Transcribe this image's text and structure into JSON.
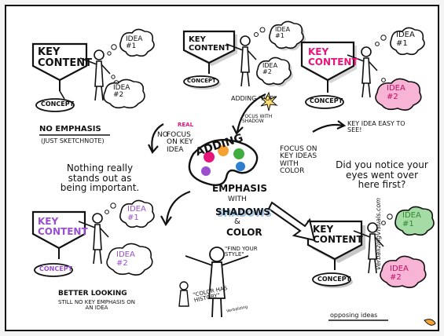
{
  "panels": {
    "top_left": {
      "key_content": "KEY CONTENT",
      "idea1": "IDEA #1",
      "idea2": "IDEA #2",
      "concept": "CONCEPT",
      "caption_title": "NO EMPHASIS",
      "caption_sub": "(JUST SKETCHNOTE)"
    },
    "top_middle": {
      "key_content": "KEY CONTENT",
      "idea1": "IDEA #1",
      "idea2": "IDEA #2",
      "concept": "CONCEPT",
      "adding_pop": "ADDING \"POP\"",
      "focus_shadow": "FOCUS WITH SHADOW"
    },
    "top_right": {
      "key_content": "KEY CONTENT",
      "idea1": "IDEA #1",
      "idea2": "IDEA #2",
      "concept": "CONCEPT",
      "caption": "KEY IDEA EASY TO SEE!"
    },
    "bottom_left": {
      "key_content": "KEY CONTENT",
      "idea1": "IDEA #1",
      "idea2": "IDEA #2",
      "concept": "CONCEPT",
      "caption_title": "BETTER LOOKING",
      "caption_sub": "STILL NO KEY EMPHASIS ON AN IDEA"
    },
    "bottom_right": {
      "key_content": "KEY CONTENT",
      "idea1": "IDEA #1",
      "idea2": "IDEA #2",
      "concept": "CONCEPT",
      "opposing": "opposing ideas"
    }
  },
  "center": {
    "adding": "ADDING",
    "emphasis": "EMPHASIS",
    "with": "WITH",
    "shadows": "SHADOWS",
    "amp": "&",
    "color": "COLOR",
    "find_style": "\"FIND YOUR STYLE\""
  },
  "notes": {
    "no_focus_pre": "NO",
    "no_focus_real": "REAL",
    "no_focus_rest": "FOCUS ON KEY IDEA",
    "nothing_really": "Nothing really stands out as being important.",
    "focus_key_ideas": "FOCUS ON KEY IDEAS WITH COLOR",
    "did_you_notice": "Did you notice your eyes went over here first?",
    "color_history": "\"COLOR HAS HISTORY\"",
    "color_history_sig": "Verbalizing"
  },
  "signature": "VerbalizingVisuals.com",
  "colors": {
    "pink": "#e7157b",
    "purple": "#9a4fd0",
    "green": "#3fae3f",
    "blue_shadow": "#9dc3e6",
    "gray_shadow": "#cfcfcf"
  },
  "icons": [
    "stick-figure-icon",
    "thought-bubble-icon",
    "palette-icon",
    "arrow-icon",
    "whiteboard-icon"
  ]
}
